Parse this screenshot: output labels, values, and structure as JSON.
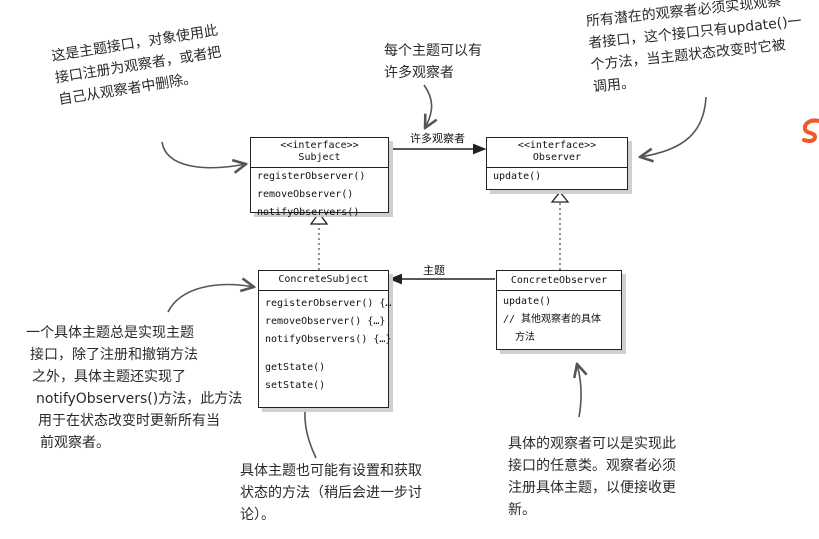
{
  "notes": {
    "subject_interface": [
      "这是主题接口，对象使用此",
      "接口注册为观察者，或者把",
      "自己从观察者中删除。"
    ],
    "many_observers": [
      "每个主题可以有",
      "许多观察者"
    ],
    "observer_interface": [
      "所有潜在的观察者必须实现观察",
      "者接口，这个接口只有update()一",
      "个方法，当主题状态改变时它被",
      "调用。"
    ],
    "concrete_subject": [
      "一个具体主题总是实现主题",
      "接口，除了注册和撤销方法",
      "之外，具体主题还实现了",
      "notifyObservers()方法，此方法",
      "用于在状态改变时更新所有当",
      "前观察者。"
    ],
    "concrete_subject_state": [
      "具体主题也可能有设置和获取",
      "状态的方法（稍后会进一步讨",
      "论）。"
    ],
    "concrete_observer": [
      "具体的观察者可以是实现此",
      "接口的任意类。观察者必须",
      "注册具体主题，以便接收更",
      "新。"
    ]
  },
  "classes": {
    "subject": {
      "stereotype": "<<interface>>",
      "name": "Subject",
      "methods": [
        "registerObserver()",
        "removeObserver()",
        "notifyObservers()"
      ]
    },
    "observer": {
      "stereotype": "<<interface>>",
      "name": "Observer",
      "methods": [
        "update()"
      ]
    },
    "concrete_subject": {
      "name": "ConcreteSubject",
      "methods": [
        "registerObserver() {…",
        "removeObserver() {…}",
        "notifyObservers() {…}",
        "getState()",
        "setState()"
      ]
    },
    "concrete_observer": {
      "name": "ConcreteObserver",
      "methods": [
        "update()",
        "// 其他观察者的具体",
        "方法"
      ]
    }
  },
  "associations": {
    "subject_to_observer": "许多观察者",
    "observer_to_subject": "主题"
  },
  "colors": {
    "line": "#222222",
    "shadow": "#cfcfcf",
    "logo": "#f05a28"
  }
}
